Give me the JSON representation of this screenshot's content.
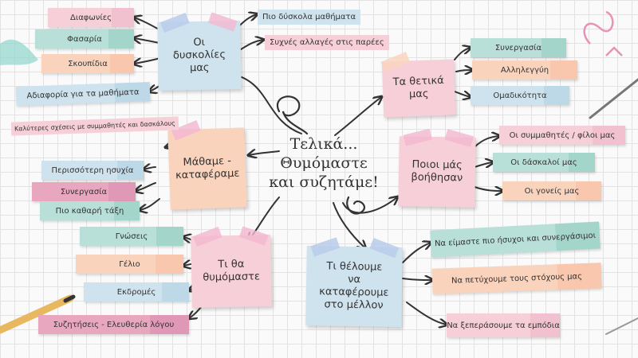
{
  "center": {
    "line1": "Τελικά...",
    "line2": "Θυμόμαστε",
    "line3": "και συζητάμε!"
  },
  "topics": {
    "difficulties": {
      "title": [
        "Οι",
        "δυσκολίες",
        "μας"
      ],
      "items": [
        "Διαφωνίες",
        "Φασαρία",
        "Σκουπίδια",
        "Αδιαφορία για τα μαθήματα",
        "Πιο δύσκολα μαθήματα",
        "Συχνές αλλαγές στις παρέες"
      ]
    },
    "positives": {
      "title": [
        "Τα θετικά",
        "μας"
      ],
      "items": [
        "Συνεργασία",
        "Αλληλεγγύη",
        "Ομαδικότητα"
      ]
    },
    "helpers": {
      "title": [
        "Ποιοι μάς",
        "βοήθησαν"
      ],
      "items": [
        "Οι συμμαθητές / φίλοι μας",
        "Οι δάσκαλοί μας",
        "Οι γονείς μας"
      ]
    },
    "learned": {
      "title": [
        "Μάθαμε -",
        "καταφέραμε"
      ],
      "items": [
        "Καλύτερες σχέσεις με συμμαθητές και δασκάλους",
        "Περισσότερη ησυχία",
        "Συνεργασία",
        "Πιο καθαρή τάξη"
      ]
    },
    "remember": {
      "title": [
        "Τι θα",
        "θυμόμαστε"
      ],
      "items": [
        "Γνώσεις",
        "Γέλιο",
        "Εκδρομές",
        "Συζητήσεις - Ελευθερία λόγου"
      ]
    },
    "future": {
      "title": [
        "Τι θέλουμε",
        "να",
        "καταφέρουμε",
        "στο μέλλον"
      ],
      "items": [
        "Να είμαστε πιο ήσυχοι και συνεργάσιμοι",
        "Να πετύχουμε τους στόχους μας",
        "Να ξεπεράσουμε τα εμπόδια"
      ]
    }
  },
  "colors": {
    "blue": "#cfe3ee",
    "pink": "#f7cfd8",
    "peach": "#fad3bd",
    "teal": "#b8e0d8",
    "rose": "#e8a7bf",
    "ink": "#333333",
    "tape_blue": "#b7c9ea",
    "tape_pink": "#f3b6cf"
  }
}
